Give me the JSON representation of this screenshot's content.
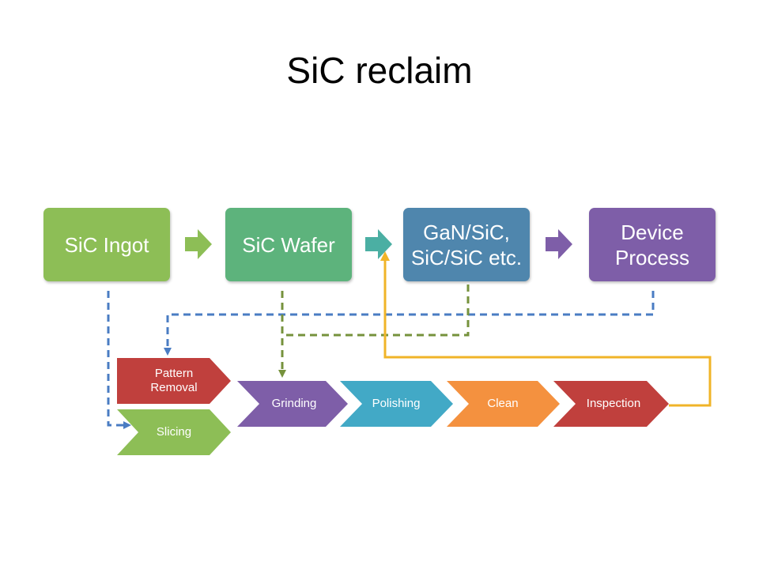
{
  "title": "SiC reclaim",
  "boxes": {
    "ingot": {
      "label": "SiC Ingot",
      "color": "#8dbe56"
    },
    "wafer": {
      "label": "SiC Wafer",
      "color": "#5db37c"
    },
    "gan": {
      "line1": "GaN/SiC,",
      "line2": "SiC/SiC etc.",
      "color": "#4f86ad"
    },
    "device": {
      "line1": "Device",
      "line2": "Process",
      "color": "#7e5ea8"
    }
  },
  "steps": {
    "pattern_removal": {
      "line1": "Pattern",
      "line2": "Removal",
      "color": "#c0403d"
    },
    "slicing": {
      "label": "Slicing",
      "color": "#8dbe56"
    },
    "grinding": {
      "label": "Grinding",
      "color": "#7e5ea8"
    },
    "polishing": {
      "label": "Polishing",
      "color": "#42a9c6"
    },
    "clean": {
      "label": "Clean",
      "color": "#f4913f"
    },
    "inspection": {
      "label": "Inspection",
      "color": "#c0403d"
    }
  },
  "colors": {
    "arrow_green": "#8dbe56",
    "arrow_teal": "#4bafa3",
    "arrow_purple": "#7e5ea8",
    "dash_blue": "#4a7cc3",
    "dash_olive": "#76923c",
    "feedback_gold": "#f0b428"
  }
}
